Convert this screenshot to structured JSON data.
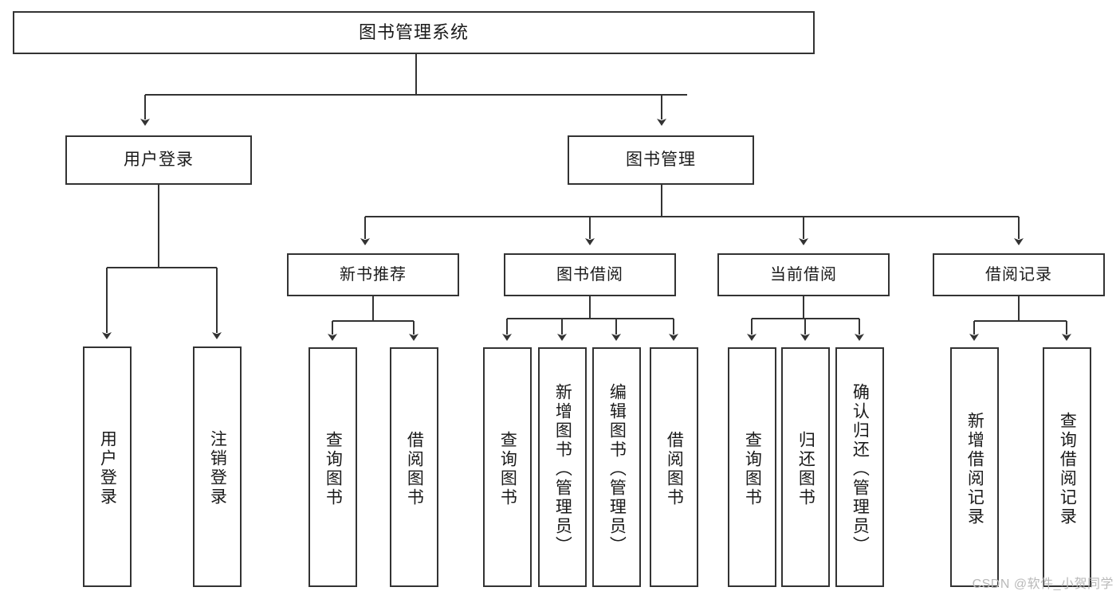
{
  "diagram": {
    "title": "图书管理系统",
    "watermark": "CSDN @软件_小贺同学",
    "root": {
      "label": "图书管理系统"
    },
    "level2": [
      {
        "label": "用户登录"
      },
      {
        "label": "图书管理"
      }
    ],
    "level3": [
      {
        "label": "新书推荐"
      },
      {
        "label": "图书借阅"
      },
      {
        "label": "当前借阅"
      },
      {
        "label": "借阅记录"
      }
    ],
    "leaves": [
      {
        "label": "用户登录"
      },
      {
        "label": "注销登录"
      },
      {
        "label": "查询图书"
      },
      {
        "label": "借阅图书"
      },
      {
        "label": "查询图书"
      },
      {
        "label": "新增图书（管理员）"
      },
      {
        "label": "编辑图书（管理员）"
      },
      {
        "label": "借阅图书"
      },
      {
        "label": "查询图书"
      },
      {
        "label": "归还图书"
      },
      {
        "label": "确认归还（管理员）"
      },
      {
        "label": "新增借阅记录"
      },
      {
        "label": "查询借阅记录"
      }
    ],
    "colors": {
      "stroke": "#333333",
      "fill": "#ffffff",
      "text": "#1a1a1a",
      "watermark": "#b9b9b9"
    }
  }
}
